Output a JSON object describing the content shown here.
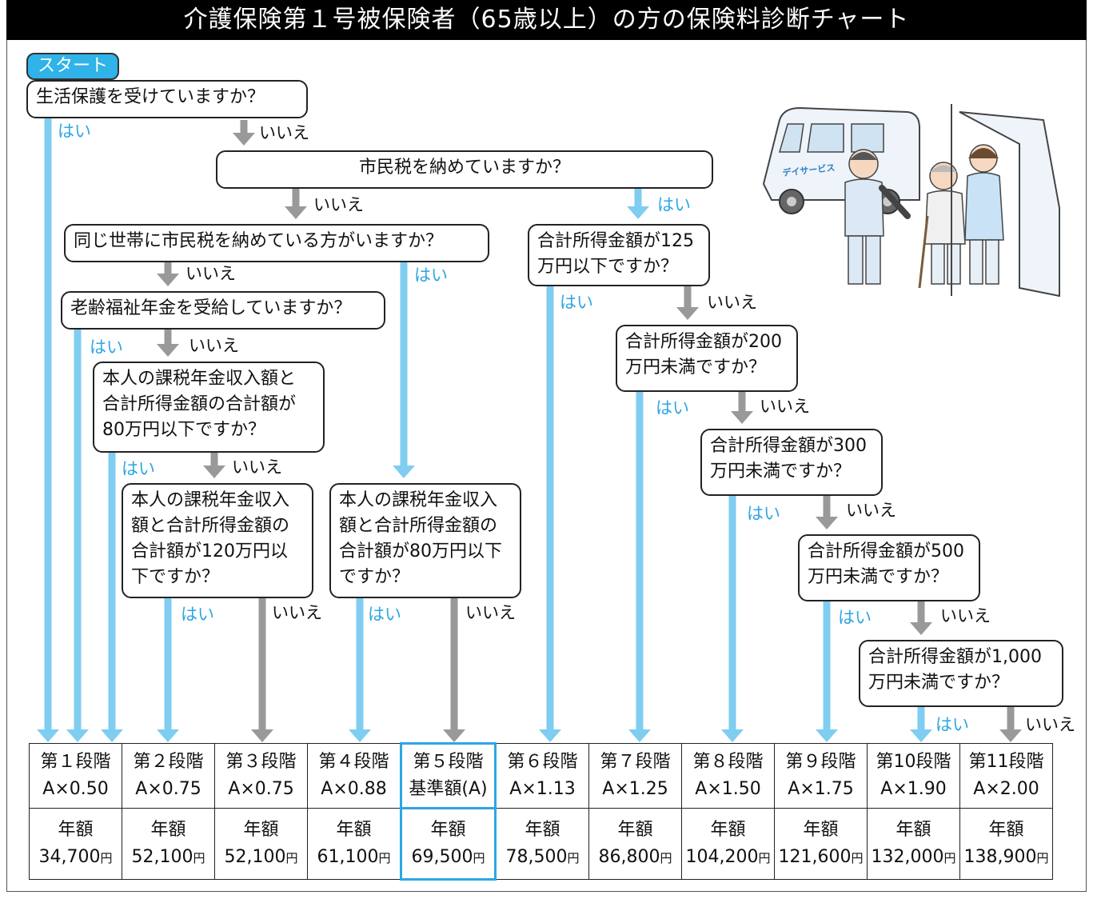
{
  "title": "介護保険第１号被保険者（65歳以上）の方の保険料診断チャート",
  "start_label": "スタート",
  "yes_label": "はい",
  "no_label": "いいえ",
  "van_text": "デイサービス",
  "questions": {
    "q1": "生活保護を受けていますか？",
    "q2": "市民税を納めていますか？",
    "q3": "同じ世帯に市民税を納めている方がいますか？",
    "q4": "老齢福祉年金を受給していますか？",
    "q5": "本人の課税年金収入額と\n合計所得金額の合計額が\n80万円以下ですか？",
    "q6": "本人の課税年金収入\n額と合計所得金額の\n合計額が120万円以\n下ですか？",
    "q7": "本人の課税年金収入\n額と合計所得金額の\n合計額が80万円以下\nですか？",
    "q8": "合計所得金額が125\n万円以下ですか？",
    "q9": "合計所得金額が200\n万円未満ですか？",
    "q10": "合計所得金額が300\n万円未満ですか？",
    "q11": "合計所得金額が500\n万円未満ですか？",
    "q12": "合計所得金額が1,000\n万円未満ですか？"
  },
  "annual_label": "年額",
  "yen_unit": "円",
  "levels": [
    {
      "name": "第１段階",
      "rate": "A×0.50",
      "amount": "34,700"
    },
    {
      "name": "第２段階",
      "rate": "A×0.75",
      "amount": "52,100"
    },
    {
      "name": "第３段階",
      "rate": "A×0.75",
      "amount": "52,100"
    },
    {
      "name": "第４段階",
      "rate": "A×0.88",
      "amount": "61,100"
    },
    {
      "name": "第５段階",
      "rate": "基準額(A)",
      "amount": "69,500"
    },
    {
      "name": "第６段階",
      "rate": "A×1.13",
      "amount": "78,500"
    },
    {
      "name": "第７段階",
      "rate": "A×1.25",
      "amount": "86,800"
    },
    {
      "name": "第８段階",
      "rate": "A×1.50",
      "amount": "104,200"
    },
    {
      "name": "第９段階",
      "rate": "A×1.75",
      "amount": "121,600"
    },
    {
      "name": "第10段階",
      "rate": "A×1.90",
      "amount": "132,000"
    },
    {
      "name": "第11段階",
      "rate": "A×2.00",
      "amount": "138,900"
    }
  ],
  "colors": {
    "yes_arrow": "#7fcdf0",
    "no_arrow": "#999999",
    "yes_text": "#2ea6e3",
    "title_bg": "#000000",
    "start_bg": "#2fb3e8",
    "highlight": "#2ea6e3"
  }
}
